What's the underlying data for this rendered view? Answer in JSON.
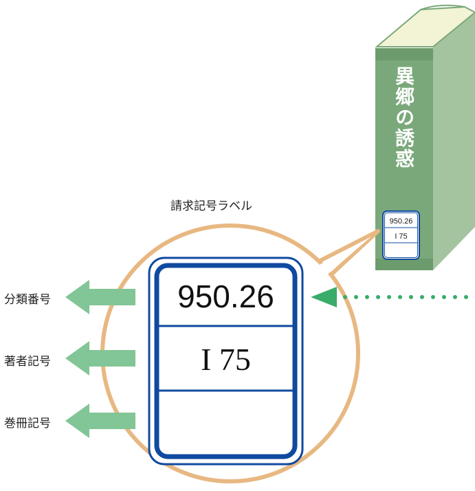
{
  "book": {
    "spine_title": "異郷の誘惑",
    "label_class_number": "950.26",
    "label_author_mark": "I 75"
  },
  "callout": {
    "caption": "請求記号ラベル",
    "class_number": "950.26",
    "author_mark": "I 75",
    "volume_mark": ""
  },
  "legend": {
    "class_number_label": "分類番号",
    "author_mark_label": "著者記号",
    "volume_mark_label": "巻冊記号"
  },
  "colors": {
    "book_green": "#7aa87a",
    "book_side": "#a4c4a0",
    "book_top": "#f3f3d6",
    "label_blue": "#0f4aa0",
    "circle_tan": "#e8b882",
    "arrow_green": "#82c596",
    "dotted_green": "#3aac6a"
  }
}
